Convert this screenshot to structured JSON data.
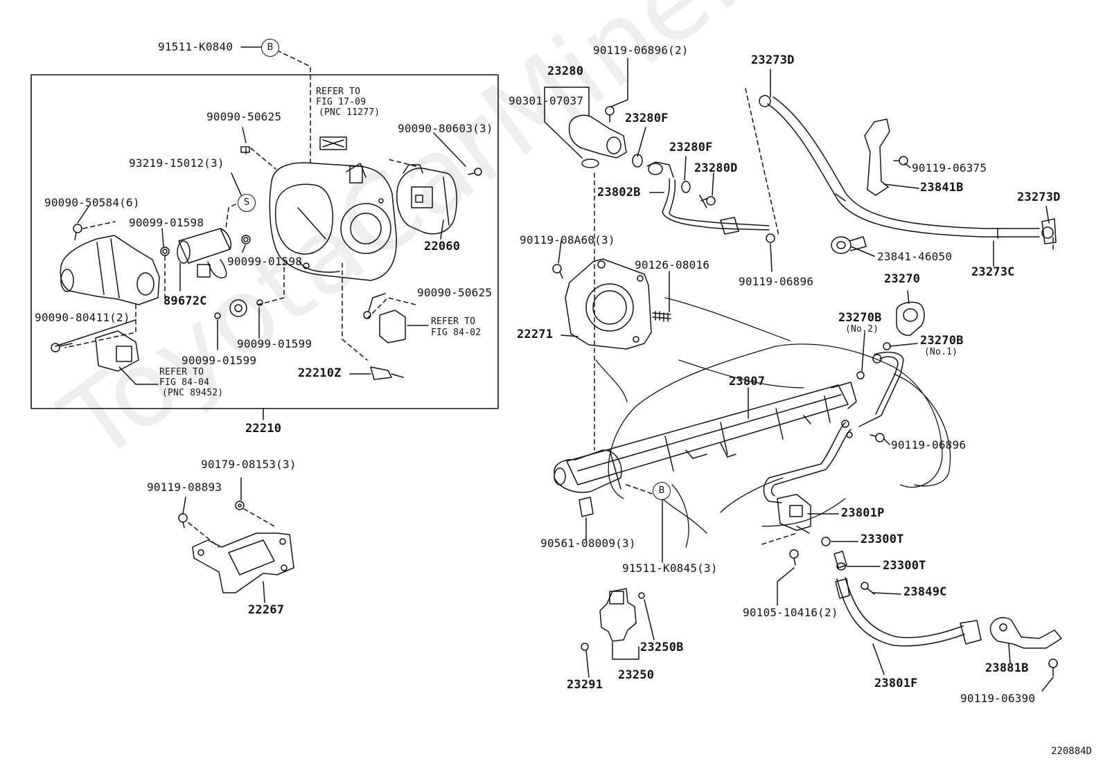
{
  "diagram": {
    "watermark": "ToyotaCarMine.ru",
    "figure_id": "220884D",
    "labels": {
      "p91511_k0840": "91511-K0840",
      "mark_b_top": "B",
      "refer_17_09_l1": "REFER TO",
      "refer_17_09_l2": "FIG 17-09",
      "refer_17_09_l3": "(PNC 11277)",
      "p90090_50625_a": "90090-50625",
      "p90090_80603": "90090-80603(3)",
      "p93219_15012": "93219-15012(3)",
      "mark_s": "S",
      "p90090_50584": "90090-50584(6)",
      "p90099_01598_a": "90099-01598",
      "p22060": "22060",
      "p90099_01598_b": "90099-01598",
      "p89672c": "89672C",
      "p90090_80411": "90090-80411(2)",
      "p90090_50625_b": "90090-50625",
      "refer_84_02_l1": "REFER TO",
      "refer_84_02_l2": "FIG 84-02",
      "p90099_01599_a": "90099-01599",
      "p90099_01599_b": "90099-01599",
      "refer_84_04_l1": "REFER TO",
      "refer_84_04_l2": "FIG 84-04",
      "refer_84_04_l3": "(PNC 89452)",
      "p22210z": "22210Z",
      "p22210": "22210",
      "p90179_08153": "90179-08153(3)",
      "p90119_08893": "90119-08893",
      "p22267": "22267",
      "p90119_06896_2": "90119-06896(2)",
      "p23280": "23280",
      "p90301_07037": "90301-07037",
      "p23280f_a": "23280F",
      "p23280f_b": "23280F",
      "p23280d": "23280D",
      "p23802b": "23802B",
      "p23273d_top": "23273D",
      "p90119_06375": "90119-06375",
      "p23841b": "23841B",
      "p23273d_right": "23273D",
      "p90119_08a60": "90119-08A60(3)",
      "p90126_08016": "90126-08016",
      "p90119_06896_a": "90119-06896",
      "p23841_46050": "23841-46050",
      "p23273c": "23273C",
      "p23270": "23270",
      "p23270b_no2": "23270B",
      "no2": "(No.2)",
      "p23270b_no1": "23270B",
      "no1": "(No.1)",
      "p22271": "22271",
      "p23807": "23807",
      "p90119_06896_b": "90119-06896",
      "mark_b_bottom": "B",
      "p23801p": "23801P",
      "p90561_08009": "90561-08009(3)",
      "p91511_k0845": "91511-K0845(3)",
      "p23300t_a": "23300T",
      "p23300t_b": "23300T",
      "p23849c": "23849C",
      "p90105_10416": "90105-10416(2)",
      "p23250b": "23250B",
      "p23250": "23250",
      "p23291": "23291",
      "p23801f": "23801F",
      "p23881b": "23881B",
      "p90119_06390": "90119-06390"
    }
  }
}
